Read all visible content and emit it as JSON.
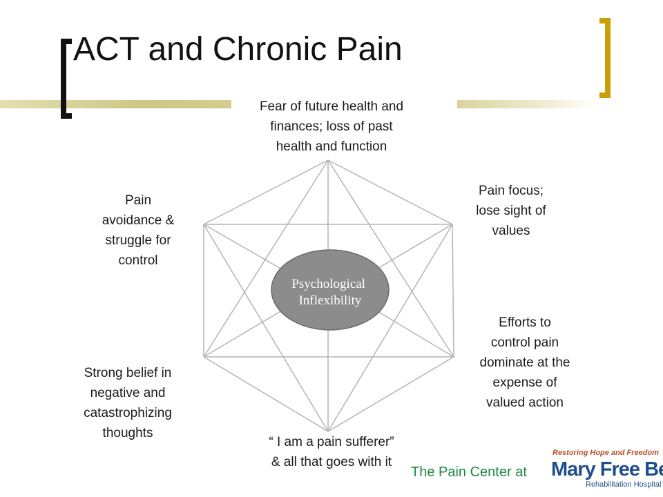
{
  "slide": {
    "title": "ACT and Chronic Pain"
  },
  "diagram": {
    "center_label_line1": "Psychological",
    "center_label_line2": "Inflexibility",
    "labels": {
      "top": [
        "Fear of future health and",
        "finances; loss of past",
        "health and function"
      ],
      "upper_right": [
        "Pain focus;",
        "lose sight of",
        "values"
      ],
      "lower_right": [
        "Efforts to",
        "control pain",
        "dominate at the",
        "expense of",
        "valued action"
      ],
      "bottom": [
        "“ I am a pain sufferer”",
        "& all that goes with it"
      ],
      "lower_left": [
        "Strong belief in",
        "negative and",
        "catastrophizing",
        "thoughts"
      ],
      "upper_left": [
        "Pain",
        "avoidance &",
        "struggle for",
        "control"
      ]
    },
    "colors": {
      "lines": "#b4b4b4",
      "ellipse_fill": "#8c8c8c",
      "ellipse_stroke": "#6a6a6a",
      "center_text": "#ffffff"
    }
  },
  "footer": {
    "text": "The Pain Center at",
    "logo_tagline": "Restoring Hope and Freedom",
    "logo_name": "Mary Free Bed",
    "logo_subtitle": "Rehabilitation Hospital",
    "text_color": "#1a8a3a"
  }
}
